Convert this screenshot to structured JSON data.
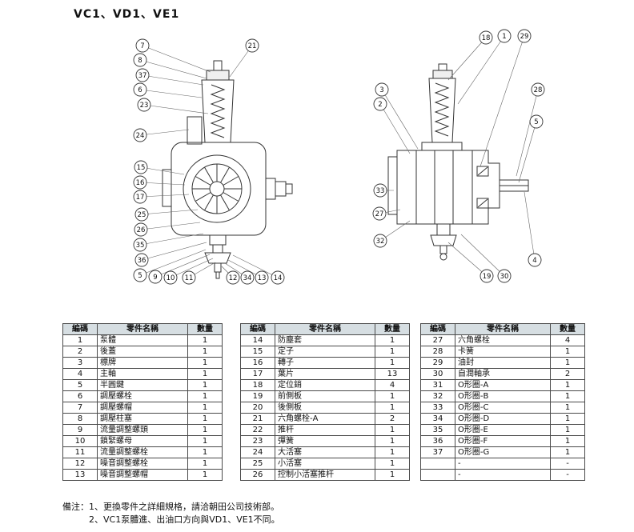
{
  "page": {
    "title": "VC1、VD1、VE1"
  },
  "diagrams": {
    "left": {
      "callouts": [
        "7",
        "8",
        "37",
        "6",
        "23",
        "24",
        "15",
        "16",
        "17",
        "25",
        "26",
        "35",
        "36",
        "5",
        "9",
        "10",
        "11",
        "12",
        "34",
        "13",
        "14",
        "21"
      ]
    },
    "right": {
      "callouts": [
        "18",
        "1",
        "29",
        "3",
        "2",
        "28",
        "5",
        "33",
        "27",
        "32",
        "4",
        "19",
        "30"
      ]
    }
  },
  "tables": [
    {
      "headers": [
        "編碼",
        "零件名稱",
        "數量"
      ],
      "rows": [
        [
          "1",
          "泵體",
          "1"
        ],
        [
          "2",
          "後蓋",
          "1"
        ],
        [
          "3",
          "標牌",
          "1"
        ],
        [
          "4",
          "主軸",
          "1"
        ],
        [
          "5",
          "半圓鍵",
          "1"
        ],
        [
          "6",
          "調壓螺栓",
          "1"
        ],
        [
          "7",
          "調壓螺帽",
          "1"
        ],
        [
          "8",
          "調壓柱塞",
          "1"
        ],
        [
          "9",
          "流量調整螺頭",
          "1"
        ],
        [
          "10",
          "鎖緊螺母",
          "1"
        ],
        [
          "11",
          "流量調整螺栓",
          "1"
        ],
        [
          "12",
          "噪音調整螺栓",
          "1"
        ],
        [
          "13",
          "噪音調整螺帽",
          "1"
        ]
      ]
    },
    {
      "headers": [
        "編碼",
        "零件名稱",
        "數量"
      ],
      "rows": [
        [
          "14",
          "防塵套",
          "1"
        ],
        [
          "15",
          "定子",
          "1"
        ],
        [
          "16",
          "轉子",
          "1"
        ],
        [
          "17",
          "葉片",
          "13"
        ],
        [
          "18",
          "定位銷",
          "4"
        ],
        [
          "19",
          "前側板",
          "1"
        ],
        [
          "20",
          "後側板",
          "1"
        ],
        [
          "21",
          "六角螺栓-A",
          "2"
        ],
        [
          "22",
          "推杆",
          "1"
        ],
        [
          "23",
          "彈簧",
          "1"
        ],
        [
          "24",
          "大活塞",
          "1"
        ],
        [
          "25",
          "小活塞",
          "1"
        ],
        [
          "26",
          "控制小活塞推杆",
          "1"
        ]
      ]
    },
    {
      "headers": [
        "編碼",
        "零件名稱",
        "數量"
      ],
      "rows": [
        [
          "27",
          "六角螺栓",
          "4"
        ],
        [
          "28",
          "卡簧",
          "1"
        ],
        [
          "29",
          "油封",
          "1"
        ],
        [
          "30",
          "自潤軸承",
          "2"
        ],
        [
          "31",
          "O形圈-A",
          "1"
        ],
        [
          "32",
          "O形圈-B",
          "1"
        ],
        [
          "33",
          "O形圈-C",
          "1"
        ],
        [
          "34",
          "O形圈-D",
          "1"
        ],
        [
          "35",
          "O形圈-E",
          "1"
        ],
        [
          "36",
          "O形圈-F",
          "1"
        ],
        [
          "37",
          "O形圈-G",
          "1"
        ],
        [
          "",
          "-",
          "-"
        ],
        [
          "",
          "-",
          "-"
        ]
      ]
    }
  ],
  "notes": {
    "line1": "備注：1、更換零件之詳細規格，請洽朝田公司技術部。",
    "line2": "2、VC1泵體進、出油口方向與VD1、VE1不同。"
  }
}
